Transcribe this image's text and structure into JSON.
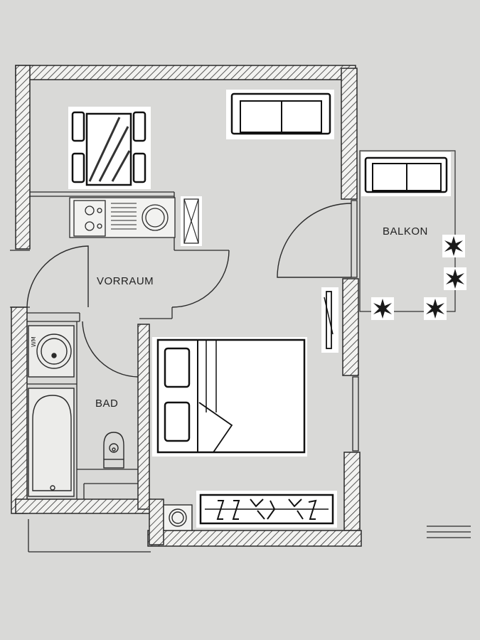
{
  "plan": {
    "rooms": {
      "vorraum": "VORRAUM",
      "bad": "BAD",
      "balkon": "BALKON"
    },
    "fixtures": {
      "washing_machine": "WM"
    }
  },
  "colors": {
    "paper": "#d9d9d7",
    "wall_line": "#2a2a2a",
    "furniture_fill": "#ffffff",
    "plant": "#1a1a1a"
  }
}
